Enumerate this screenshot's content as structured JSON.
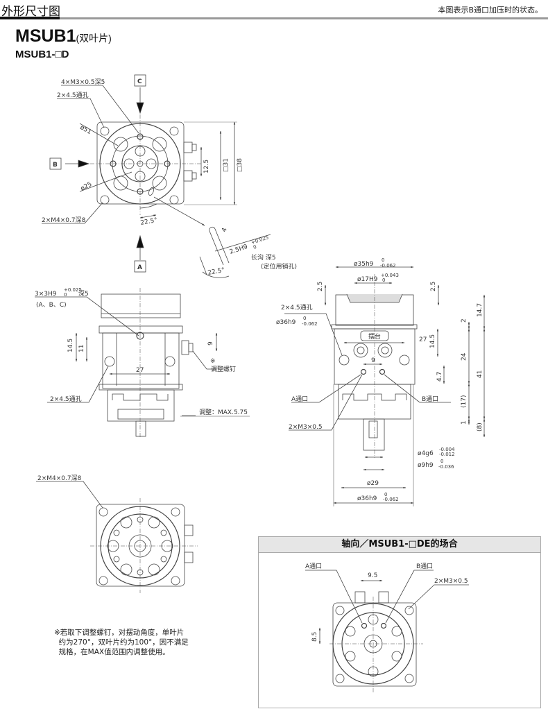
{
  "header": {
    "section_title": "外形尺寸图",
    "note": "本图表示B通口加压时的状态。"
  },
  "model": {
    "title": "MSUB1",
    "title_suffix": "(双叶片)",
    "variant": "MSUB1-□D"
  },
  "top_view": {
    "view_markers": [
      "A",
      "B",
      "C"
    ],
    "labels": {
      "m3_holes": "4×M3×0.5深5",
      "through_holes": "2×4.5通孔",
      "dia51": "ø51",
      "dia25": "ø25",
      "m4_holes": "2×M4×0.7深8",
      "angle": "22.5°",
      "dim_12_5": "12.5",
      "dim_sq31": "□31",
      "dim_sq38": "□38"
    }
  },
  "slot_detail": {
    "dim_4": "4",
    "tolerance_fit": "2.5H9",
    "tol_upper": "+0.025",
    "tol_lower": "0",
    "angle": "22.5°",
    "desc_line1": "长沟  深5",
    "desc_line2": "(定位用销孔)"
  },
  "front_view": {
    "pin_holes": "3×3H9",
    "pin_tol_upper": "+0.025",
    "pin_tol_lower": "0",
    "pin_depth": "深5",
    "pin_refs": "(A、B、C)",
    "dim_14_5": "14.5",
    "dim_11": "11",
    "dim_9": "9",
    "dim_27": "27",
    "screw_mark": "※",
    "screw_label": "调整螺钉",
    "through_holes": "2×4.5通孔",
    "adjust": "调整：MAX.5.75"
  },
  "side_view": {
    "dia35": "ø35h9",
    "dia35_tol_upper": "0",
    "dia35_tol_lower": "-0.062",
    "dia17": "ø17H9",
    "dia17_tol_upper": "+0.043",
    "dia17_tol_lower": "0",
    "dim_2_5_left": "2.5",
    "dim_2_5_right": "2.5",
    "through_holes": "2×4.5通孔",
    "dia36_top": "ø36h9",
    "dia36_tol_upper": "0",
    "dia36_tol_lower": "-0.062",
    "swing_label": "摆台",
    "dim_27": "27",
    "dim_14_5": "14.5",
    "dim_9": "9",
    "dim_4_7": "4.7",
    "dim_2": "2",
    "dim_14_7": "14.7",
    "dim_24": "24",
    "dim_41": "41",
    "dim_17": "(17)",
    "dim_1": "1",
    "dim_8": "(8)",
    "port_a": "A通口",
    "port_b": "B通口",
    "m3_ports": "2×M3×0.5",
    "dia4": "ø4g6",
    "dia4_tol_upper": "-0.004",
    "dia4_tol_lower": "-0.012",
    "dia9": "ø9h9",
    "dia9_tol_upper": "0",
    "dia9_tol_lower": "-0.036",
    "dia29": "ø29",
    "dia36_bottom": "ø36h9",
    "dia36b_tol_upper": "0",
    "dia36b_tol_lower": "-0.062"
  },
  "bottom_view": {
    "m4_holes": "2×M4×0.7深8"
  },
  "footnote": "※若取下调整螺钉，对摆动角度，单叶片\n  约为270°，双叶片约为100°，因不满足\n  规格，在MAX值范围内调整使用。",
  "axial_box": {
    "title": "轴向／MSUB1-□DE的场合",
    "port_a": "A通口",
    "port_b": "B通口",
    "m3_ports": "2×M3×0.5",
    "dim_9_5": "9.5",
    "dim_8_5": "8.5"
  }
}
